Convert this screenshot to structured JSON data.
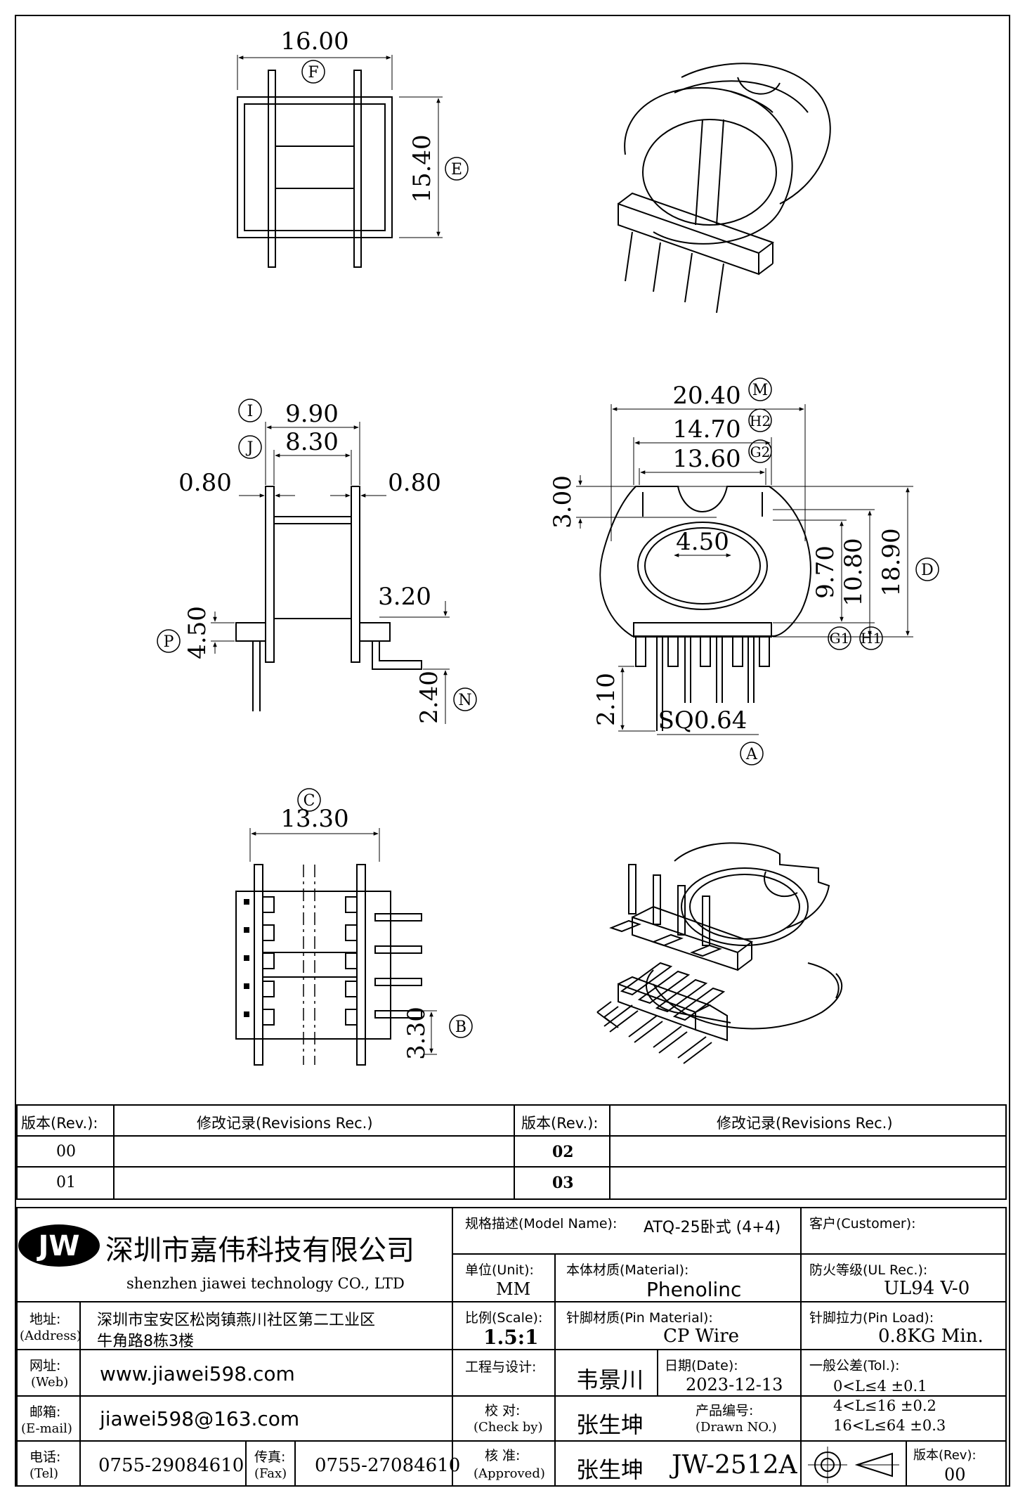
{
  "dims": {
    "top_width": "16.00",
    "top_width_tag": "F",
    "top_height": "15.40",
    "top_height_tag": "E",
    "side_i": "9.90",
    "side_i_tag": "I",
    "side_j": "8.30",
    "side_j_tag": "J",
    "side_left_wall": "0.80",
    "side_right_wall": "0.80",
    "side_320": "3.20",
    "side_450": "4.50",
    "side_p_tag": "P",
    "side_240": "2.40",
    "side_n_tag": "N",
    "front_m": "20.40",
    "front_m_tag": "M",
    "front_h2": "14.70",
    "front_h2_tag": "H2",
    "front_g2": "13.60",
    "front_g2_tag": "G2",
    "front_300": "3.00",
    "front_450": "4.50",
    "front_970": "9.70",
    "front_1080": "10.80",
    "front_1890": "18.90",
    "front_d_tag": "D",
    "front_g1_tag": "G1",
    "front_h1_tag": "H1",
    "front_210": "2.10",
    "front_sq": "SQ0.64",
    "front_a_tag": "A",
    "bottom_c": "13.30",
    "bottom_c_tag": "C",
    "bottom_330": "3.30",
    "bottom_b_tag": "B"
  },
  "revisions": {
    "rev_header": "版本(Rev.):",
    "rec_header": "修改记录(Revisions Rec.)",
    "rows": [
      "00",
      "01"
    ],
    "rows_right": [
      "02",
      "03"
    ]
  },
  "titleblock": {
    "logo": "JW",
    "company_cn": "深圳市嘉伟科技有限公司",
    "company_en": "shenzhen  jiawei  technology  CO., LTD",
    "address_label": "地址:",
    "address_label_en": "(Address)",
    "address_line1": "深圳市宝安区松岗镇燕川社区第二工业区",
    "address_line2": "牛角路8栋3楼",
    "web_label": "网址:",
    "web_label_en": "(Web)",
    "web": "www.jiawei598.com",
    "email_label": "邮箱:",
    "email_label_en": "(E-mail)",
    "email": "jiawei598@163.com",
    "tel_label": "电话:",
    "tel_label_en": "(Tel)",
    "tel": "0755-29084610",
    "fax_label": "传真:",
    "fax_label_en": "(Fax)",
    "fax": "0755-27084610",
    "model_label": "规格描述(Model Name):",
    "model": "ATQ-25卧式 (4+4)",
    "customer_label": "客户(Customer):",
    "unit_label": "单位(Unit):",
    "unit": "MM",
    "material_label": "本体材质(Material):",
    "material": "Phenolinc",
    "ul_label": "防火等级(UL Rec.):",
    "ul": "UL94 V-0",
    "scale_label": "比例(Scale):",
    "scale": "1.5:1",
    "pin_material_label": "针脚材质(Pin Material):",
    "pin_material": "CP Wire",
    "pin_load_label": "针脚拉力(Pin Load):",
    "pin_load": "0.8KG Min.",
    "design_label": "工程与设计:",
    "designer": "韦景川",
    "date_label": "日期(Date):",
    "date": "2023-12-13",
    "tol_label": "一般公差(Tol.):",
    "tol1": "0<L≤4    ±0.1",
    "tol2": "4<L≤16  ±0.2",
    "tol3": "16<L≤64 ±0.3",
    "check_label": "校  对:",
    "check_label_en": "(Check by)",
    "checker": "张生坤",
    "part_no_label": "产品编号:",
    "part_no_label_en": "(Drawn NO.)",
    "approve_label": "核  准:",
    "approve_label_en": "(Approved)",
    "approver": "张生坤",
    "part_no": "JW-2512A",
    "rev_label": "版本(Rev):",
    "rev": "00"
  }
}
